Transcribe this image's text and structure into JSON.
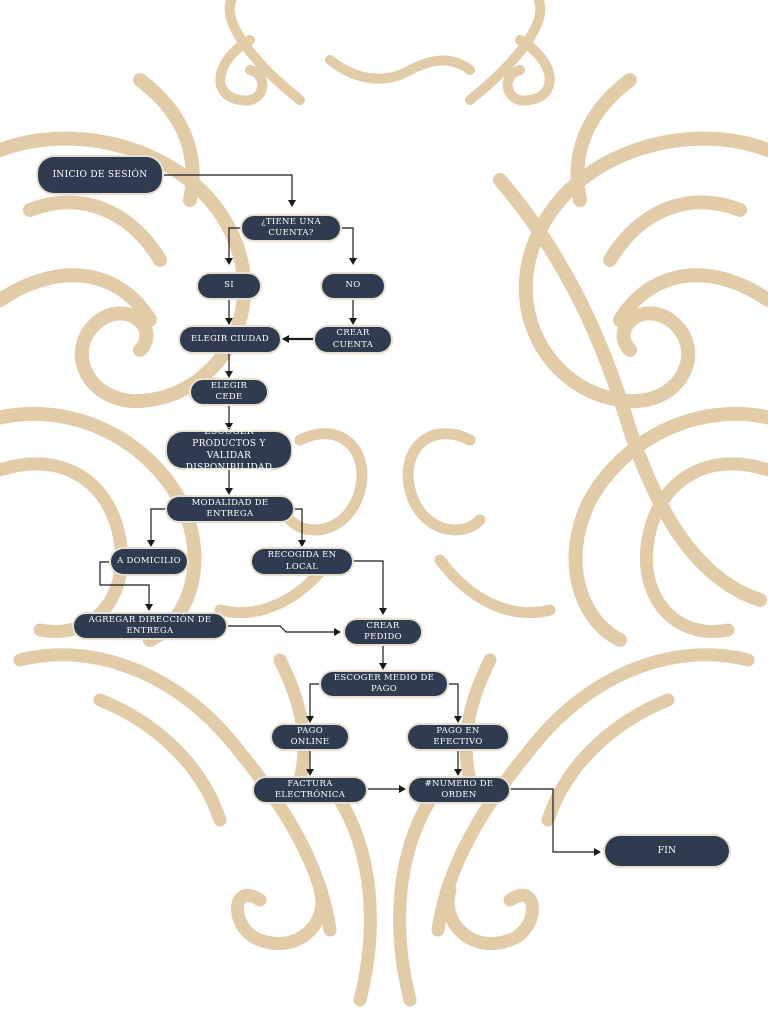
{
  "colors": {
    "node_fill": "#2f3b4e",
    "node_text": "#ffffff",
    "node_outline": "#e7dfd0",
    "connector": "#1b1b1b",
    "ornament": "#e2cba7",
    "background": "#ffffff"
  },
  "background_ornament": "baroque-scrollwork",
  "nodes": {
    "inicio": "INICIO DE SESIÓN",
    "tiene_cuenta": "¿TIENE UNA CUENTA?",
    "si": "SI",
    "no": "NO",
    "elegir_ciudad": "ELEGIR CIUDAD",
    "crear_cuenta": "CREAR CUENTA",
    "elegir_cede": "ELEGIR CEDE",
    "escoger_productos": "ESCOGER PRODUCTOS Y\nVALIDAR DISPONIBILIDAD",
    "modalidad": "MODALIDAD DE ENTREGA",
    "a_domicilio": "A DOMICILIO",
    "recogida_local": "RECOGIDA EN LOCAL",
    "agregar_direccion": "AGREGAR DIRECCIÓN DE ENTREGA",
    "crear_pedido": "CREAR PEDIDO",
    "escoger_medio_pago": "ESCOGER MEDIO DE PAGO",
    "pago_online": "PAGO ONLINE",
    "pago_efectivo": "PAGO EN EFECTIVO",
    "factura": "FACTURA ELECTRÓNICA",
    "numero_orden": "#NUMERO DE ORDEN",
    "fin": "FIN"
  },
  "edges": [
    [
      "inicio",
      "tiene_cuenta"
    ],
    [
      "tiene_cuenta",
      "si"
    ],
    [
      "tiene_cuenta",
      "no"
    ],
    [
      "si",
      "elegir_ciudad"
    ],
    [
      "no",
      "crear_cuenta"
    ],
    [
      "crear_cuenta",
      "elegir_ciudad"
    ],
    [
      "elegir_ciudad",
      "elegir_cede"
    ],
    [
      "elegir_cede",
      "escoger_productos"
    ],
    [
      "escoger_productos",
      "modalidad"
    ],
    [
      "modalidad",
      "a_domicilio"
    ],
    [
      "modalidad",
      "recogida_local"
    ],
    [
      "a_domicilio",
      "agregar_direccion"
    ],
    [
      "agregar_direccion",
      "crear_pedido"
    ],
    [
      "recogida_local",
      "crear_pedido"
    ],
    [
      "crear_pedido",
      "escoger_medio_pago"
    ],
    [
      "escoger_medio_pago",
      "pago_online"
    ],
    [
      "escoger_medio_pago",
      "pago_efectivo"
    ],
    [
      "pago_online",
      "factura"
    ],
    [
      "pago_efectivo",
      "numero_orden"
    ],
    [
      "factura",
      "numero_orden"
    ],
    [
      "numero_orden",
      "fin"
    ]
  ]
}
